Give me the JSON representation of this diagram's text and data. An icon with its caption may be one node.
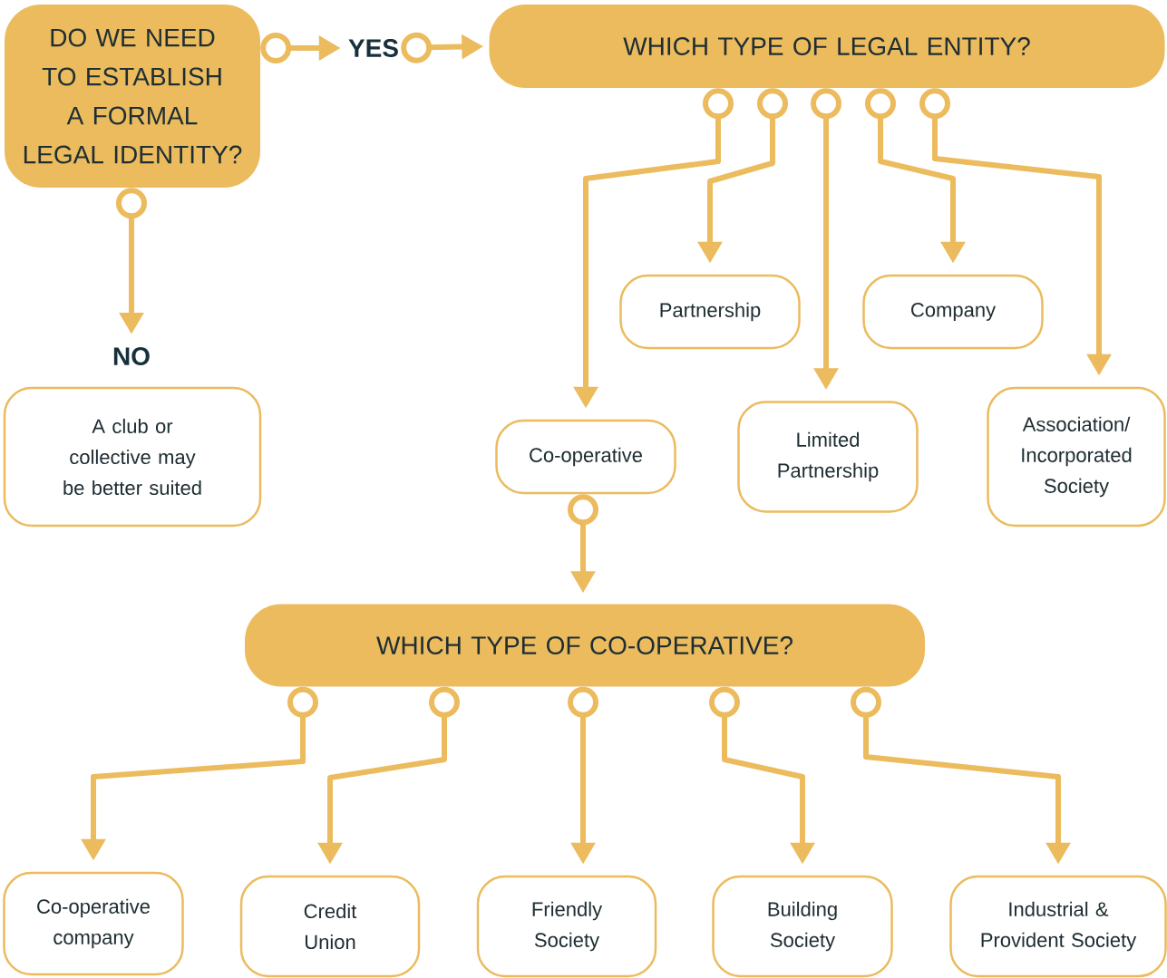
{
  "diagram": {
    "nodes": [
      {
        "text": [
          "DO WE NEED TO ESTABLISH A FORMAL LEGAL IDENTITY?"
        ]
      },
      {
        "text": [
          "YES"
        ]
      },
      {
        "text": [
          "WHICH TYPE OF LEGAL ENTITY?"
        ]
      },
      {
        "text": [
          "NO"
        ]
      },
      {
        "text": [
          "A club or collective may be better suited"
        ]
      },
      {
        "text": [
          "Partnership"
        ]
      },
      {
        "text": [
          "Company"
        ]
      },
      {
        "text": [
          "Co-operative"
        ]
      },
      {
        "text": [
          "Limited Partnership"
        ]
      },
      {
        "text": [
          "Association/ Incorporated Society"
        ]
      },
      {
        "text": [
          "WHICH TYPE OF CO-OPERATIVE?"
        ]
      },
      {
        "text": [
          "Co-operative company"
        ]
      },
      {
        "text": [
          "Credit Union"
        ]
      },
      {
        "text": [
          "Friendly Society"
        ]
      },
      {
        "text": [
          "Building Society"
        ]
      },
      {
        "text": [
          "Industrial & Provident Society"
        ]
      }
    ],
    "edges": [
      {
        "from": 0,
        "to": 1,
        "arrow": "to"
      },
      {
        "from": 1,
        "to": 2,
        "arrow": "to"
      },
      {
        "from": 0,
        "to": 3,
        "arrow": "to"
      },
      {
        "from": 2,
        "to": 7,
        "arrow": "to"
      },
      {
        "from": 2,
        "to": 5,
        "arrow": "to"
      },
      {
        "from": 2,
        "to": 8,
        "arrow": "to"
      },
      {
        "from": 2,
        "to": 6,
        "arrow": "to"
      },
      {
        "from": 2,
        "to": 9,
        "arrow": "to"
      },
      {
        "from": 7,
        "to": 10,
        "arrow": "to"
      },
      {
        "from": 10,
        "to": 11,
        "arrow": "to"
      },
      {
        "from": 10,
        "to": 12,
        "arrow": "to"
      },
      {
        "from": 10,
        "to": 13,
        "arrow": "to"
      },
      {
        "from": 10,
        "to": 14,
        "arrow": "to"
      },
      {
        "from": 10,
        "to": 15,
        "arrow": "to"
      }
    ]
  }
}
